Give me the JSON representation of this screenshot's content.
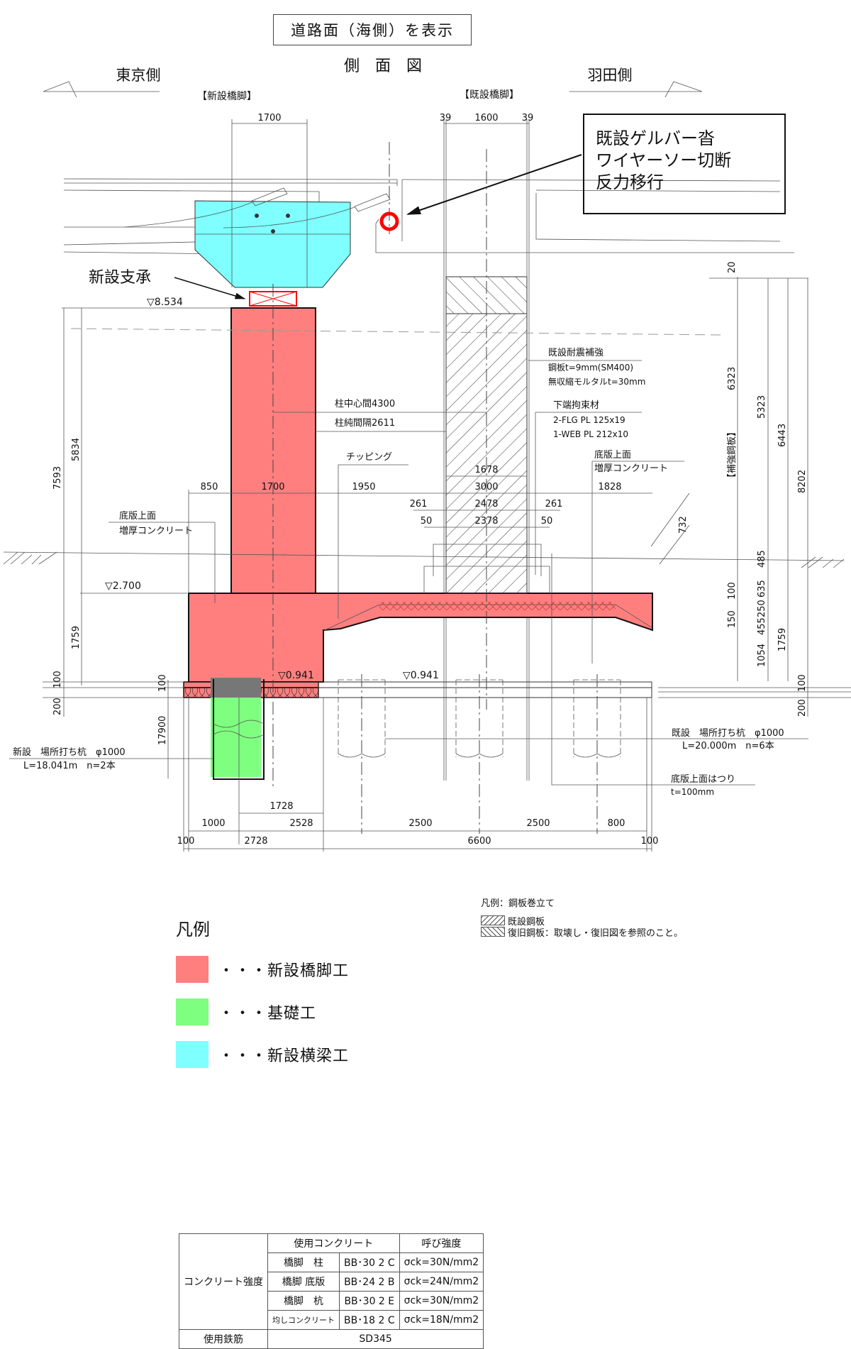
{
  "header": {
    "view_mode_label": "道路面（海側）を表示",
    "drawing_title": "側　面　図",
    "left_side_label": "東京側",
    "right_side_label": "羽田側",
    "new_pier_label": "【新設橋脚】",
    "existing_pier_label": "【既設橋脚】"
  },
  "callouts": {
    "gerber_box": [
      "既設ゲルバー沓",
      "ワイヤーソー切断",
      "反力移行"
    ],
    "new_bearing": "新設支承",
    "chipping": "チッピング",
    "slab_top_left": [
      "底版上面",
      "増厚コンクリート"
    ],
    "slab_top_right": [
      "底版上面",
      "増厚コンクリート"
    ],
    "seismic": [
      "既設耐震補強",
      "鋼板t=9mm(SM400)",
      "無収縮モルタルt=30mm"
    ],
    "bottom_restraint": [
      "下端拘束材",
      "2-FLG PL 125x19",
      "1-WEB PL 212x10"
    ],
    "reinforcing_plate_label": "【補強鋼板】",
    "new_pile": [
      "新設　場所打ち杭　φ1000",
      "L=18.041m　n=2本"
    ],
    "existing_pile": [
      "既設　場所打ち杭　φ1000",
      "L=20.000m　n=6本"
    ],
    "slab_chipping": [
      "底版上面はつり",
      "t=100mm"
    ]
  },
  "elevations": {
    "top": "▽8.534",
    "slab": "▽2.700",
    "base_left": "▽0.941",
    "base_right": "▽0.941"
  },
  "dimensions": {
    "top_new_width": "1700",
    "top_existing": [
      "39",
      "1600",
      "39"
    ],
    "col_center_spacing": "柱中心間4300",
    "col_clear_spacing": "柱純間隔2611",
    "row_850": "850",
    "row_1700": "1700",
    "row_1950": "1950",
    "d1678": "1678",
    "d3000": "3000",
    "d2478": "2478",
    "d2378": "2378",
    "d261_l": "261",
    "d261_r": "261",
    "d50_l": "50",
    "d50_r": "50",
    "d1828": "1828",
    "d732": "732",
    "left_vertical": [
      "7593",
      "5834",
      "1759",
      "100",
      "200"
    ],
    "pile_vertical": [
      "100",
      "17900"
    ],
    "right_vertical": [
      "20",
      "6323",
      "5323",
      "6443",
      "8202",
      "485",
      "635",
      "100",
      "250",
      "150",
      "455",
      "1054",
      "1759",
      "100",
      "200"
    ],
    "bottom_row1": [
      "1728"
    ],
    "bottom_row2": [
      "1000",
      "2528",
      "2500",
      "2500",
      "800"
    ],
    "bottom_row3": [
      "100",
      "2728",
      "6600",
      "100"
    ]
  },
  "legend": {
    "title": "凡例",
    "items": [
      {
        "label": "・・・新設橋脚工",
        "color": "#ff7f7f"
      },
      {
        "label": "・・・基礎工",
        "color": "#7fff7f"
      },
      {
        "label": "・・・新設横梁工",
        "color": "#7fffff"
      }
    ]
  },
  "hatch_legend": {
    "title": "凡例：鋼板巻立て",
    "items": [
      "既設鋼板",
      "復旧鋼板：取壊し・復旧図を参照のこと。"
    ]
  },
  "concrete_table": {
    "row_header": "コンクリート強度",
    "col_headers": [
      "使用コンクリート",
      "呼び強度"
    ],
    "rows": [
      [
        "橋脚　柱",
        "BB･30 2 C",
        "σck=30N/mm2"
      ],
      [
        "橋脚 底版",
        "BB･24 2 B",
        "σck=24N/mm2"
      ],
      [
        "橋脚　杭",
        "BB･30 2 E",
        "σck=30N/mm2"
      ],
      [
        "均しコンクリート",
        "BB･18 2 C",
        "σck=18N/mm2"
      ]
    ],
    "rebar_label": "使用鉄筋",
    "rebar_value": "SD345"
  },
  "colors": {
    "new_pier": "#ff7f7f",
    "foundation": "#7fff7f",
    "new_beam": "#7fffff",
    "highlight": "#ff0000"
  }
}
